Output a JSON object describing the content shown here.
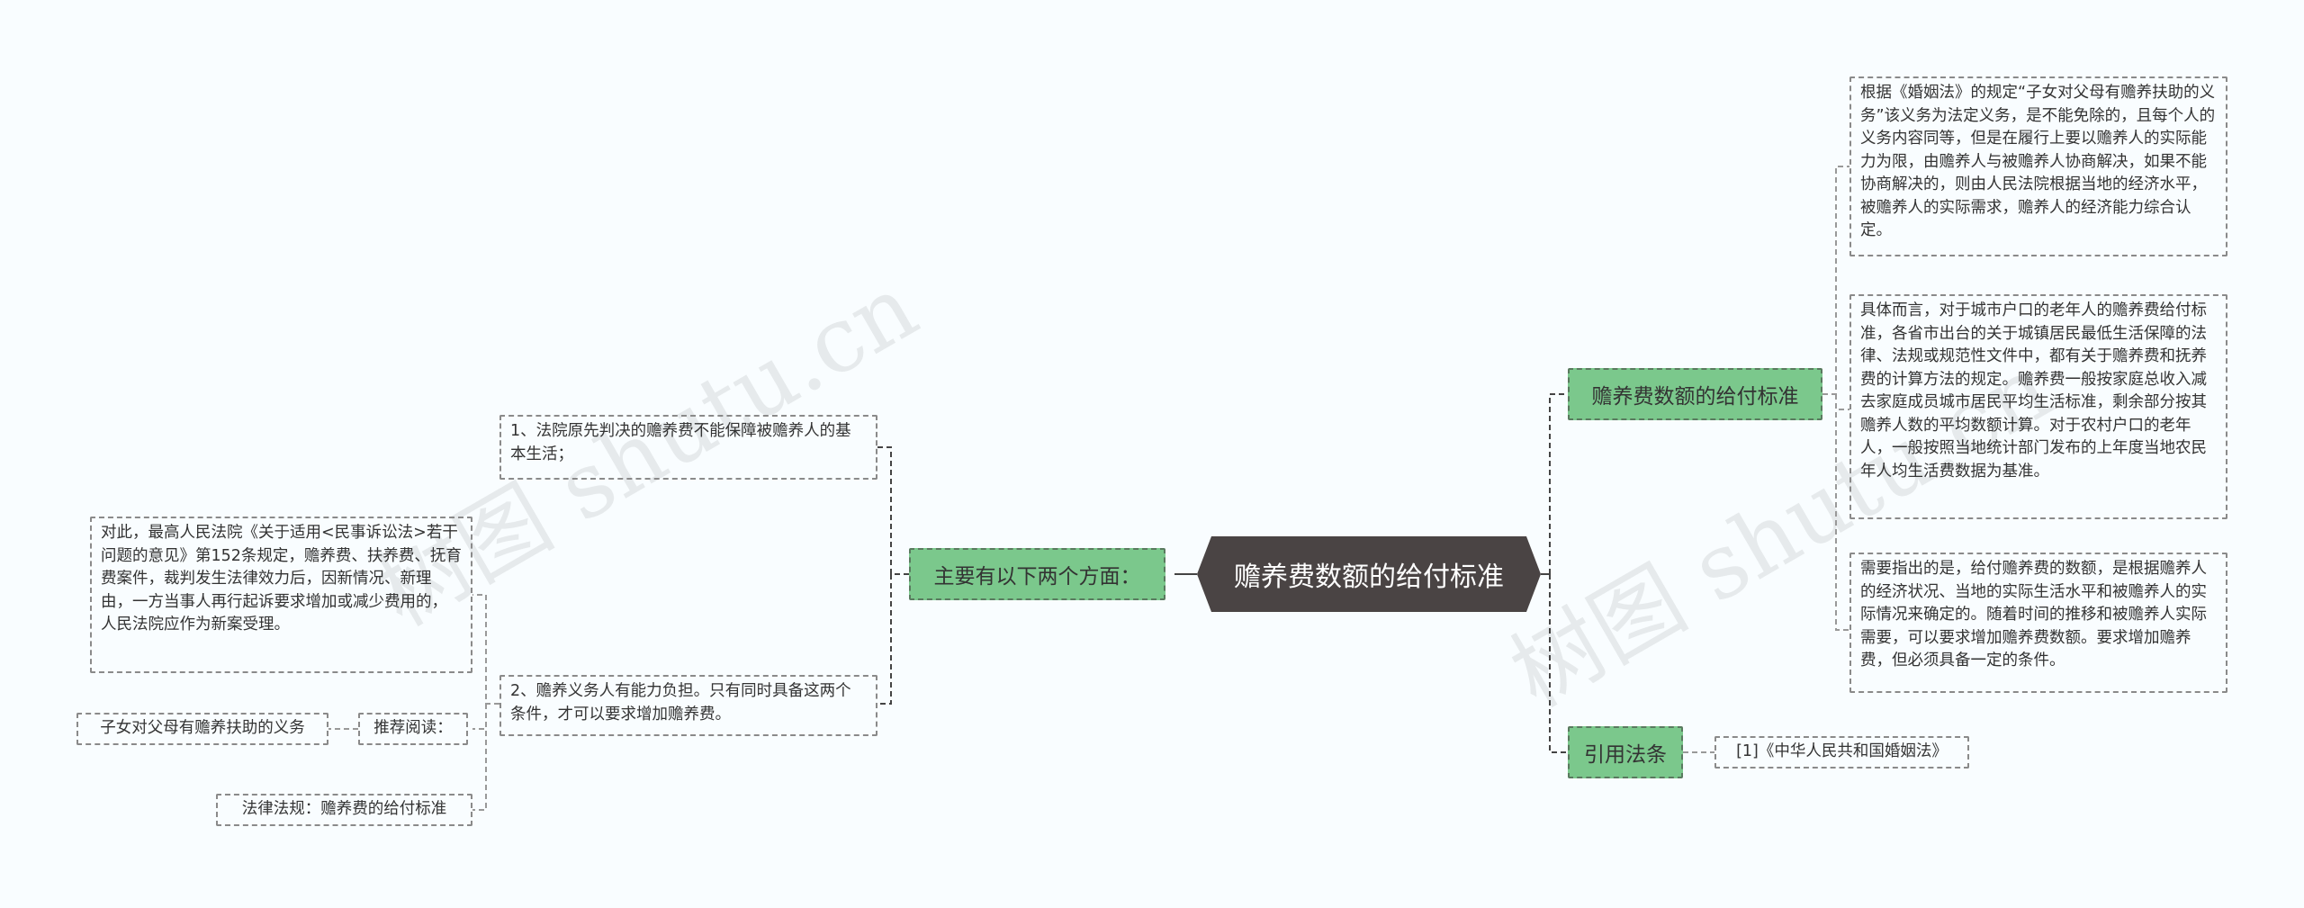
{
  "root": {
    "label": "赡养费数额的给付标准"
  },
  "left_branch": {
    "label": "主要有以下两个方面：",
    "points": [
      "1、法院原先判决的赡养费不能保障被赡养人的基本生活；",
      "2、赡养义务人有能力负担。只有同时具备这两个条件，才可以要求增加赡养费。"
    ],
    "explanation": "对此，最高人民法院《关于适用<民事诉讼法>若干问题的意见》第152条规定，赡养费、扶养费、抚育费案件，裁判发生法律效力后，因新情况、新理由，一方当事人再行起诉要求增加或减少费用的，人民法院应作为新案受理。",
    "recommend_label": "推荐阅读：",
    "recommend_item": "子女对父母有赡养扶助的义务",
    "law_link": "法律法规：赡养费的给付标准"
  },
  "right_branch": {
    "standard_label": "赡养费数额的给付标准",
    "paragraphs": [
      "根据《婚姻法》的规定“子女对父母有赡养扶助的义务”该义务为法定义务，是不能免除的，且每个人的义务内容同等，但是在履行上要以赡养人的实际能力为限，由赡养人与被赡养人协商解决，如果不能协商解决的，则由人民法院根据当地的经济水平，被赡养人的实际需求，赡养人的经济能力综合认定。",
      "具体而言，对于城市户口的老年人的赡养费给付标准，各省市出台的关于城镇居民最低生活保障的法律、法规或规范性文件中，都有关于赡养费和抚养费的计算方法的规定。赡养费一般按家庭总收入减去家庭成员城市居民平均生活标准，剩余部分按其赡养人数的平均数额计算。对于农村户口的老年人，一般按照当地统计部门发布的上年度当地农民年人均生活费数据为基准。",
      "需要指出的是，给付赡养费的数额，是根据赡养人的经济状况、当地的实际生活水平和被赡养人的实际情况来确定的。随着时间的推移和被赡养人实际需要，可以要求增加赡养费数额。要求增加赡养费，但必须具备一定的条件。"
    ],
    "law_label": "引用法条",
    "law_item": "[1]《中华人民共和国婚姻法》"
  },
  "watermark": {
    "text": "树图 shutu.cn"
  }
}
